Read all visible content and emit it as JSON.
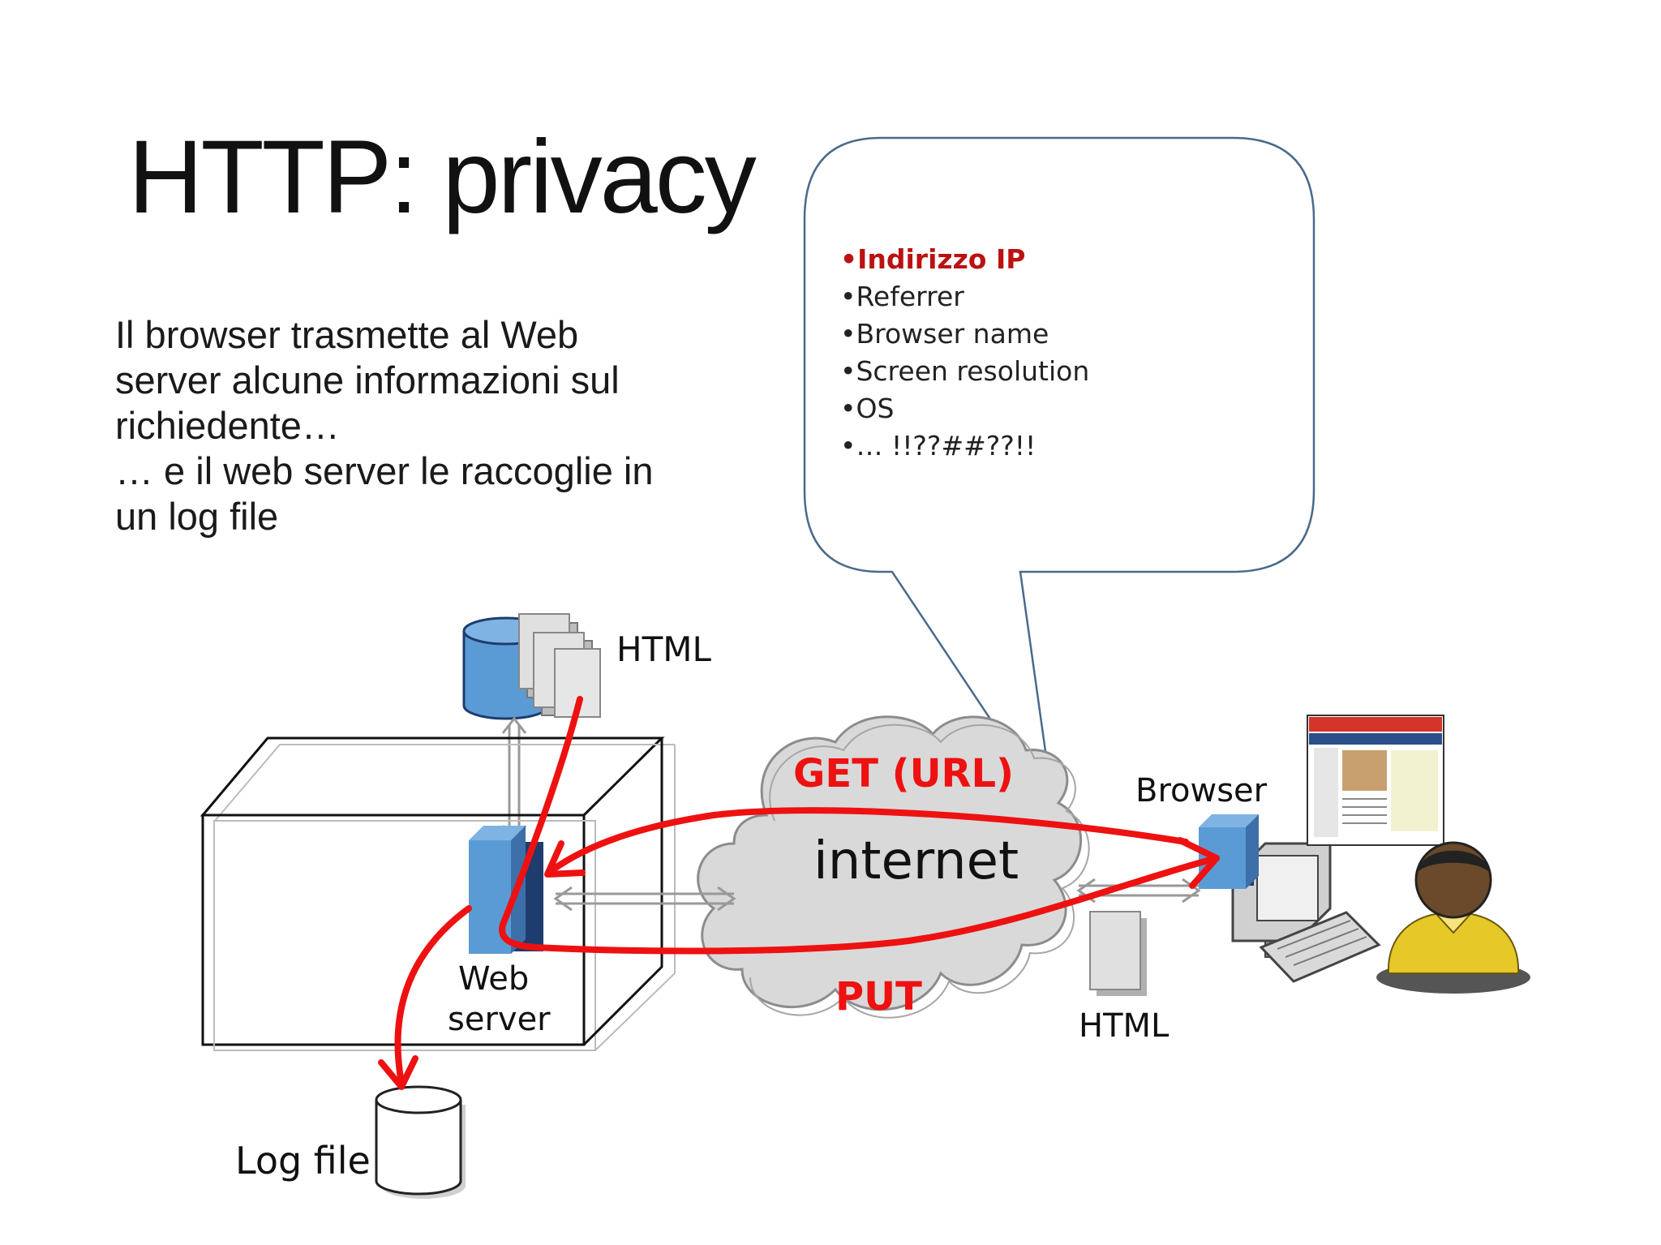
{
  "slide": {
    "title": "HTTP: privacy",
    "intro_lines": [
      "Il browser trasmette al Web",
      "server alcune informazioni sul",
      "richiedente…",
      "… e il web server le raccoglie in",
      "un log file"
    ]
  },
  "callout": {
    "items": [
      {
        "text": "Indirizzo IP",
        "highlight": true
      },
      {
        "text": "Referrer",
        "highlight": false
      },
      {
        "text": "Browser name",
        "highlight": false
      },
      {
        "text": "Screen resolution",
        "highlight": false
      },
      {
        "text": "OS",
        "highlight": false
      },
      {
        "text": "… !!??##??!!",
        "highlight": false
      }
    ]
  },
  "diagram": {
    "html_top_label": "HTML",
    "web_server_line1": "Web",
    "web_server_line2": "server",
    "internet_label": "internet",
    "get_label": "GET (URL)",
    "put_label": "PUT",
    "browser_label": "Browser",
    "html_bottom_label": "HTML",
    "log_file_label": "Log file"
  },
  "colors": {
    "flow_red": "#ee1111",
    "server_blue": "#5b9bd5",
    "cloud_gray": "#d9d9d9",
    "callout_border": "#4a6a8a"
  }
}
